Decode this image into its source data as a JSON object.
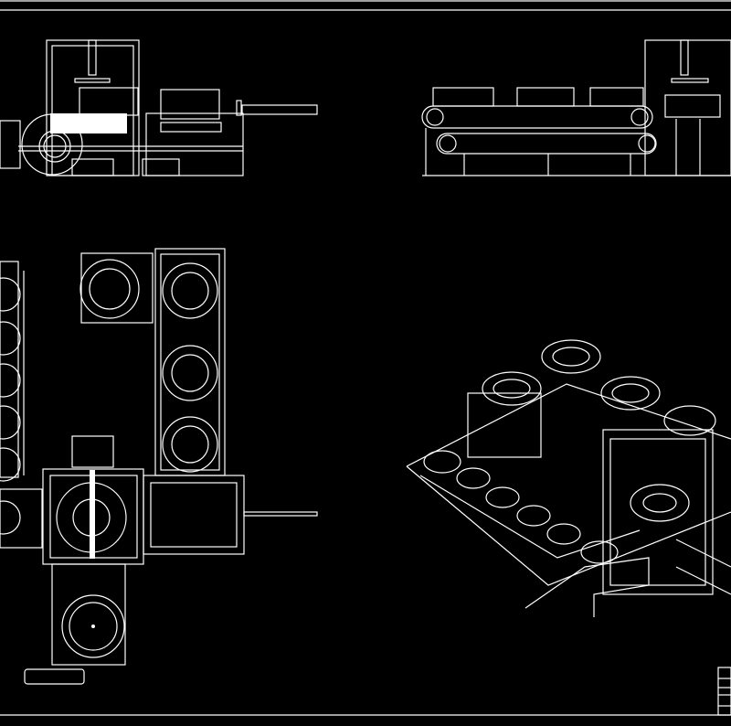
{
  "drawing": {
    "background": "#000000",
    "line_color": "#ffffff",
    "views": [
      "front-elevation",
      "side-elevation",
      "plan-view",
      "isometric-view"
    ]
  }
}
